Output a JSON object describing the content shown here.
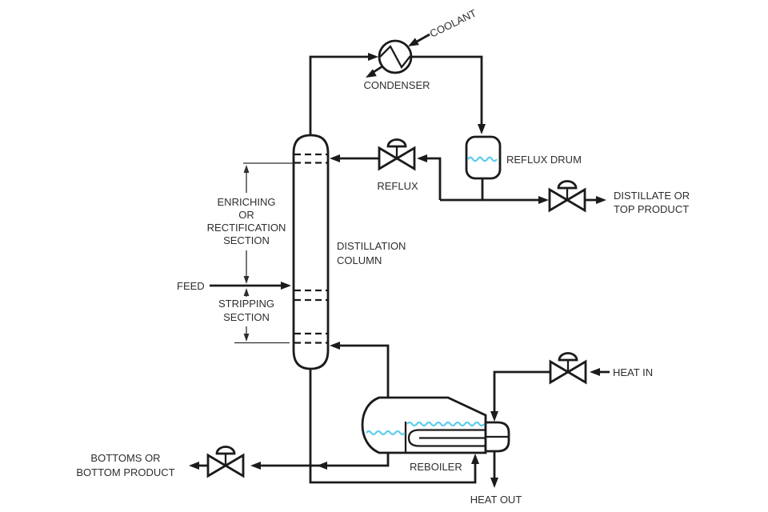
{
  "diagram": {
    "colors": {
      "line": "#1b1b1b",
      "text": "#2e2e2e",
      "liquid_level": "#5ecdee",
      "background": "#ffffff"
    },
    "labels": {
      "coolant": "COOLANT",
      "condenser": "CONDENSER",
      "reflux_drum": "REFLUX DRUM",
      "reflux": "REFLUX",
      "distillate_1": "DISTILLATE OR",
      "distillate_2": "TOP PRODUCT",
      "enriching_1": "ENRICHING",
      "enriching_2": "OR",
      "enriching_3": "RECTIFICATION",
      "enriching_4": "SECTION",
      "column_1": "DISTILLATION",
      "column_2": "COLUMN",
      "feed": "FEED",
      "stripping_1": "STRIPPING",
      "stripping_2": "SECTION",
      "heat_in": "HEAT IN",
      "reboiler": "REBOILER",
      "bottoms_1": "BOTTOMS OR",
      "bottoms_2": "BOTTOM PRODUCT",
      "heat_out": "HEAT OUT"
    }
  }
}
